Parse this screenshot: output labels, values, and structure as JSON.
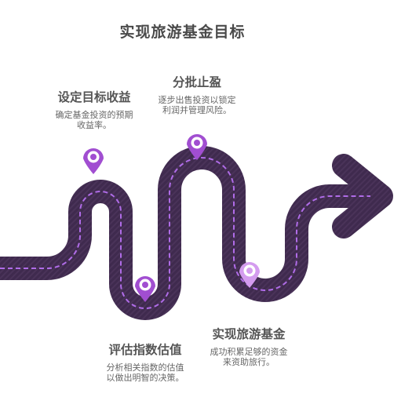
{
  "title": "实现旅游基金目标",
  "colors": {
    "road": "#3f2a4e",
    "dash": "#b06ce8",
    "pin_dark": "#a14ed1",
    "pin_light": "#d49cef",
    "text_heading": "#555555",
    "text_body": "#666666"
  },
  "steps": [
    {
      "title": "设定目标收益",
      "desc_lines": [
        "确定基金投资的预期",
        "收益率。"
      ]
    },
    {
      "title": "评估指数估值",
      "desc_lines": [
        "分析相关指数的估值",
        "以做出明智的决策。"
      ]
    },
    {
      "title": "分批止盈",
      "desc_lines": [
        "逐步出售投资以锁定",
        "利润并管理风险。"
      ]
    },
    {
      "title": "实现旅游基金",
      "desc_lines": [
        "成功积累足够的资金",
        "来资助旅行。"
      ]
    }
  ]
}
